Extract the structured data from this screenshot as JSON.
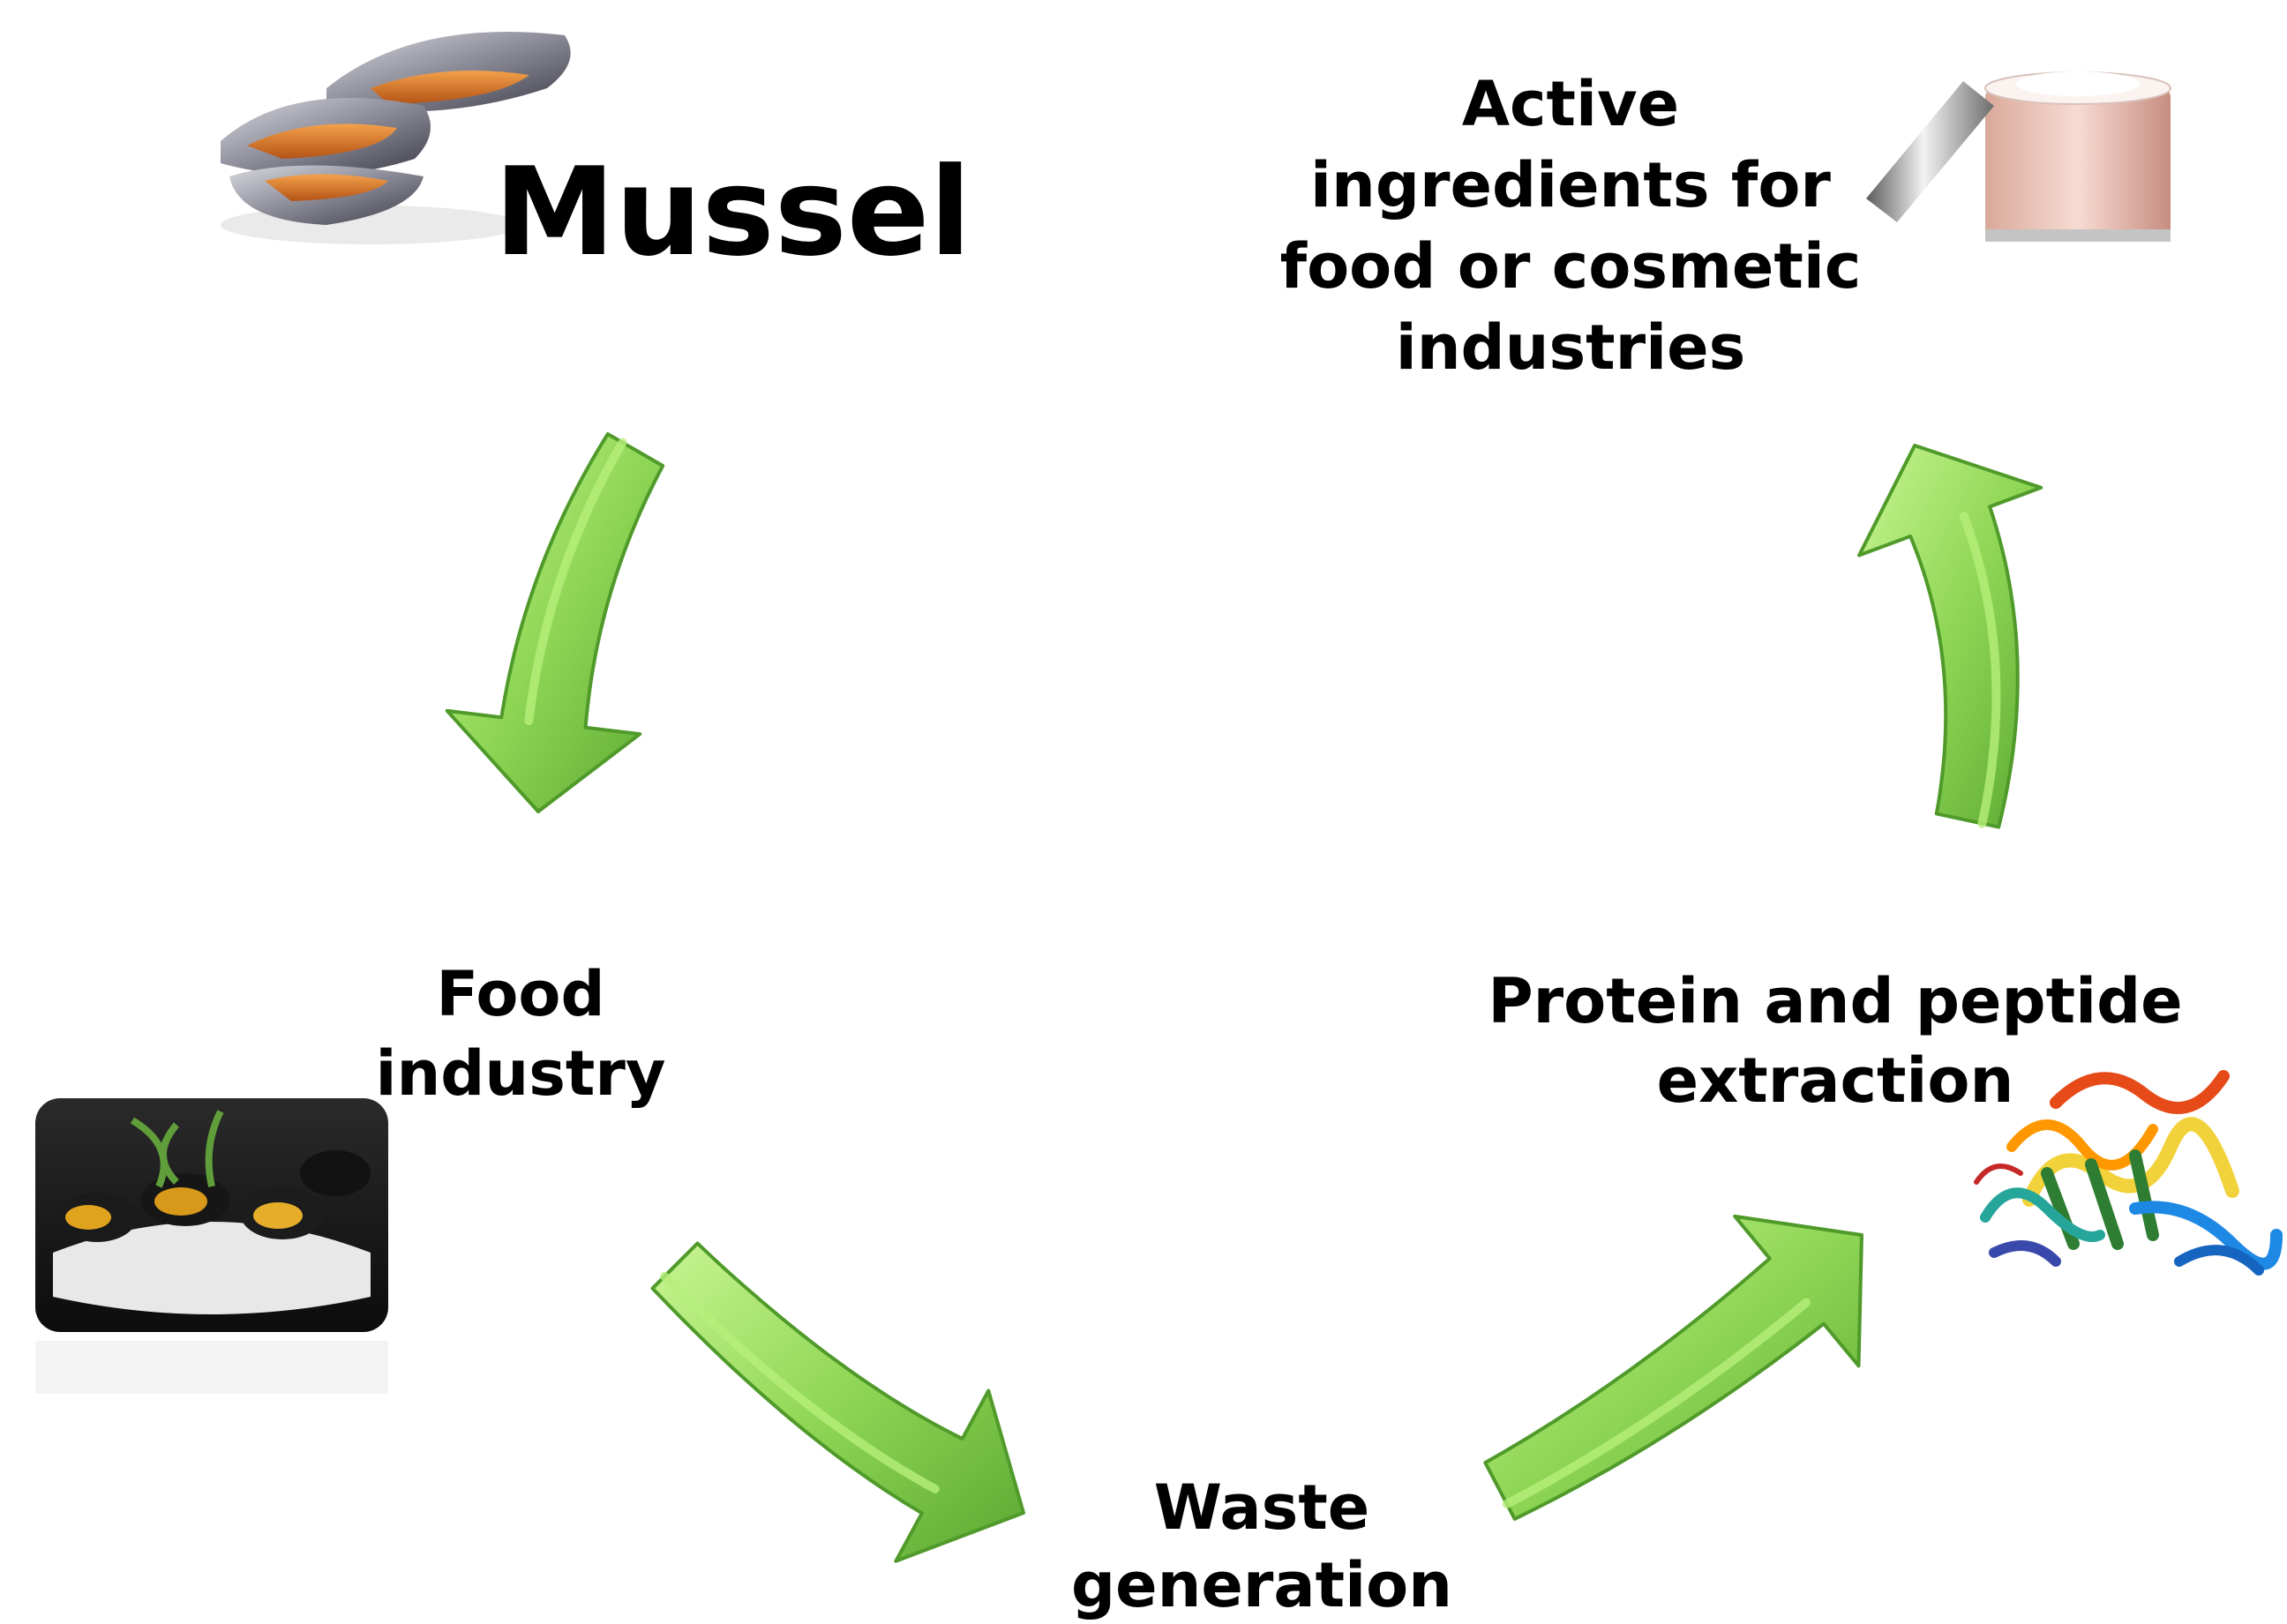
{
  "diagram": {
    "nodes": {
      "mussel": {
        "label": "Mussel"
      },
      "active_ingredients": {
        "lines": [
          "Active",
          "ingredients for",
          "food or cosmetic",
          "industries"
        ]
      },
      "food_industry": {
        "lines": [
          "Food",
          "industry"
        ]
      },
      "waste_generation": {
        "lines": [
          "Waste",
          "generation"
        ]
      },
      "protein_extraction": {
        "lines": [
          "Protein and peptide",
          "extraction"
        ]
      }
    },
    "edges": [
      {
        "from": "Mussel",
        "to": "Food industry"
      },
      {
        "from": "Food industry",
        "to": "Waste generation"
      },
      {
        "from": "Waste generation",
        "to": "Protein and peptide extraction"
      },
      {
        "from": "Protein and peptide extraction",
        "to": "Active ingredients for food or cosmetic industries"
      }
    ],
    "illustrations": [
      "mussel-shells-icon",
      "cosmetic-jar-icon",
      "mussel-dish-icon",
      "protein-structure-icon"
    ],
    "colors": {
      "arrow_light": "#b7ef7a",
      "arrow_mid": "#86d14b",
      "arrow_dark": "#4f9a2a",
      "text": "#000000"
    }
  }
}
